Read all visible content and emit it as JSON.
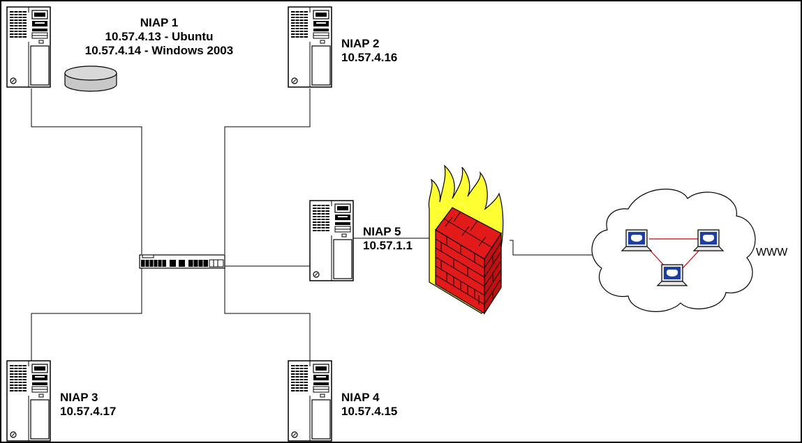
{
  "nodes": {
    "niap1": {
      "name": "NIAP 1",
      "lines": [
        "10.57.4.13 - Ubuntu",
        "10.57.4.14 - Windows 2003"
      ]
    },
    "niap2": {
      "name": "NIAP 2",
      "lines": [
        "10.57.4.16"
      ]
    },
    "niap3": {
      "name": "NIAP 3",
      "lines": [
        "10.57.4.17"
      ]
    },
    "niap4": {
      "name": "NIAP 4",
      "lines": [
        "10.57.4.15"
      ]
    },
    "niap5": {
      "name": "NIAP 5",
      "lines": [
        "10.57.1.1"
      ]
    }
  },
  "internet": {
    "label": "WWW"
  },
  "icons": {
    "server": "server-tower-icon",
    "switch": "network-switch-icon",
    "firewall": "firewall-icon",
    "disk": "disk-storage-icon",
    "cloud": "internet-cloud-icon",
    "laptop": "laptop-icon"
  },
  "colors": {
    "line": "#000000",
    "brick": "#e31a1a",
    "flame": "#ffff33",
    "laptop_screen": "#1f3fa0",
    "cloud_link": "#d40000",
    "server_body": "#ffffff"
  }
}
